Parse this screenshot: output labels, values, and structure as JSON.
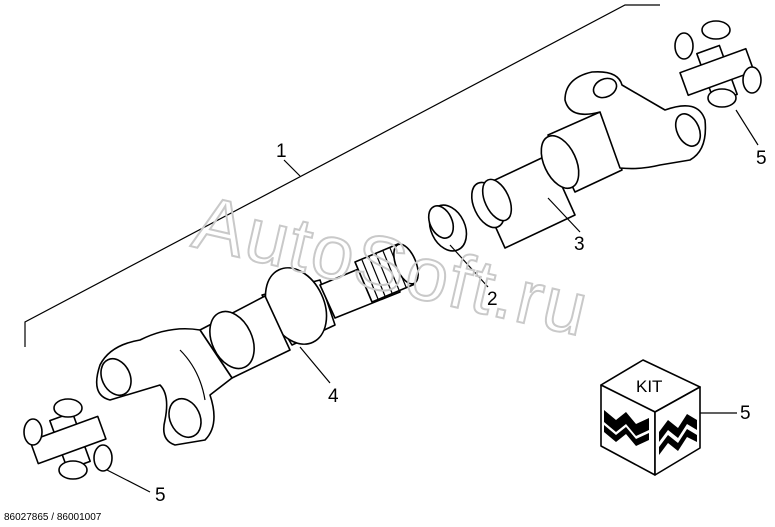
{
  "callouts": {
    "c1": "1",
    "c2": "2",
    "c3": "3",
    "c4": "4",
    "c5_top": "5",
    "c5_bottom": "5",
    "c5_kit": "5"
  },
  "kit_label": "KIT",
  "watermark": "AutoSoft.ru",
  "footer_code": "86027865 / 86001007",
  "colors": {
    "line": "#000000",
    "watermark": "#c9c9c9",
    "background": "#ffffff"
  }
}
